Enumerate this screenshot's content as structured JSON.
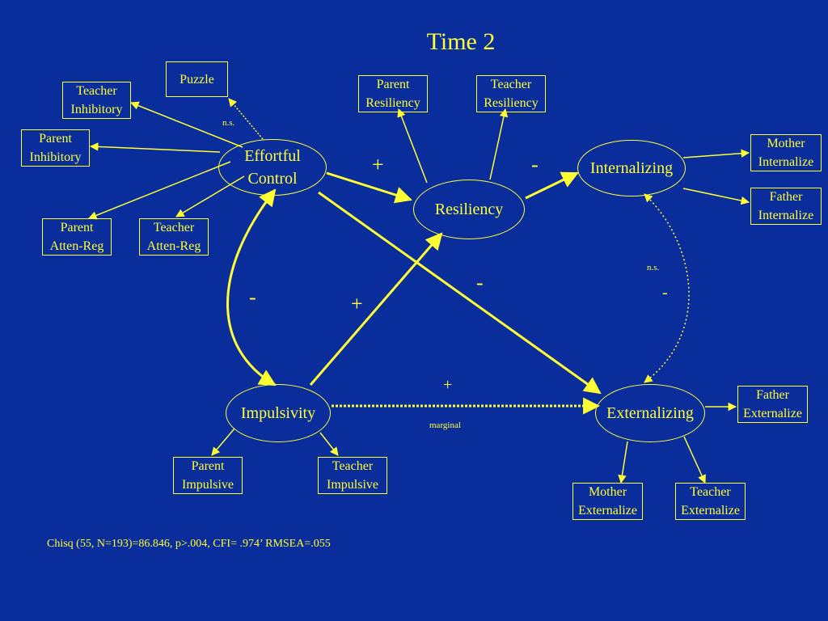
{
  "title": "Time 2",
  "latents": {
    "effortful_control": {
      "line1": "Effortful",
      "line2": "Control"
    },
    "resiliency": "Resiliency",
    "internalizing": "Internalizing",
    "impulsivity": "Impulsivity",
    "externalizing": "Externalizing"
  },
  "indicators": {
    "puzzle": {
      "line1": "Puzzle"
    },
    "teacher_inhibitory": {
      "line1": "Teacher",
      "line2": "Inhibitory"
    },
    "parent_inhibitory": {
      "line1": "Parent",
      "line2": "Inhibitory"
    },
    "parent_atten_reg": {
      "line1": "Parent",
      "line2": "Atten-Reg"
    },
    "teacher_atten_reg": {
      "line1": "Teacher",
      "line2": "Atten-Reg"
    },
    "parent_resiliency": {
      "line1": "Parent",
      "line2": "Resiliency"
    },
    "teacher_resiliency": {
      "line1": "Teacher",
      "line2": "Resiliency"
    },
    "mother_internalize": {
      "line1": "Mother",
      "line2": "Internalize"
    },
    "father_internalize": {
      "line1": "Father",
      "line2": "Internalize"
    },
    "father_externalize": {
      "line1": "Father",
      "line2": "Externalize"
    },
    "mother_externalize": {
      "line1": "Mother",
      "line2": "Externalize"
    },
    "teacher_externalize": {
      "line1": "Teacher",
      "line2": "Externalize"
    },
    "parent_impulsive": {
      "line1": "Parent",
      "line2": "Impulsive"
    },
    "teacher_impulsive": {
      "line1": "Teacher",
      "line2": "Impulsive"
    }
  },
  "path_labels": {
    "ec_to_res": "+",
    "res_to_int": "-",
    "ec_imp": "-",
    "imp_to_res": "+",
    "ec_to_ext": "-",
    "int_ext_ns": "n.s.",
    "int_ext_sign": "-",
    "imp_to_ext_sign": "+",
    "imp_to_ext_note": "marginal",
    "puzzle_ns": "n.s."
  },
  "fit_stats": "Chisq (55, N=193)=86.846, p>.004, CFI= .974’ RMSEA=.055",
  "colors": {
    "background": "#0a2d9c",
    "foreground": "#ffff33"
  }
}
